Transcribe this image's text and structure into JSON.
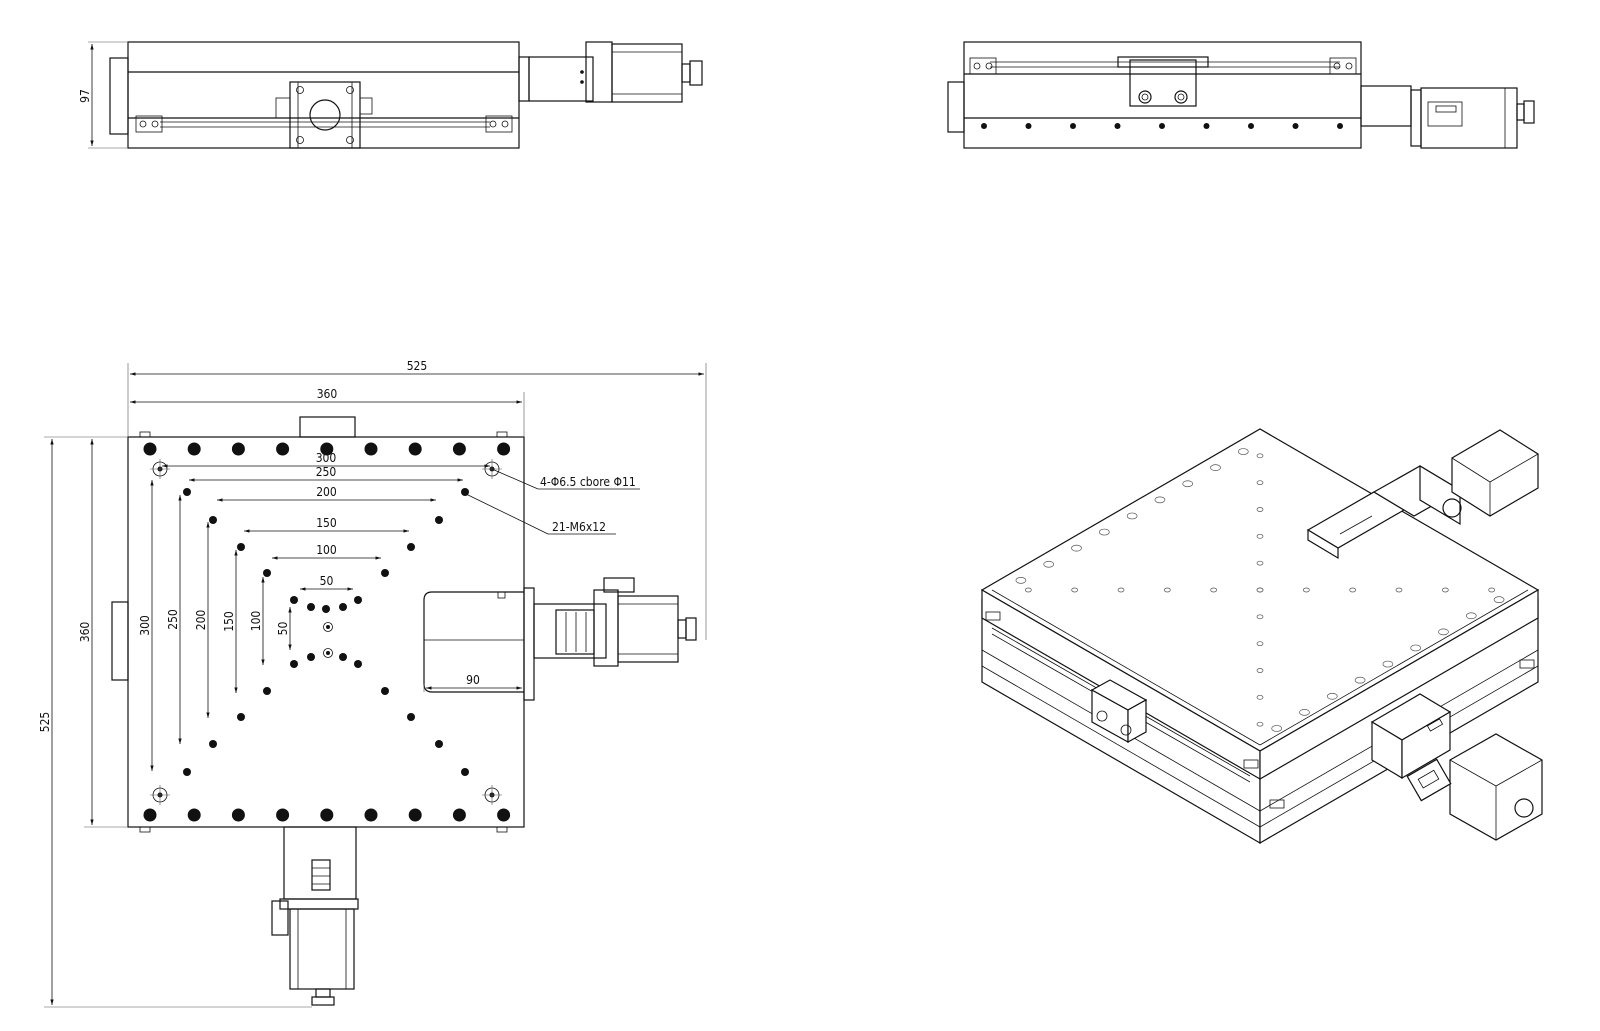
{
  "front_view": {
    "height_label": "97"
  },
  "plan_view": {
    "overall_width": "525",
    "table_width": "360",
    "table_height": "360",
    "overall_height": "525",
    "spacing_h": [
      "300",
      "250",
      "200",
      "150",
      "100",
      "50"
    ],
    "spacing_v": [
      "300",
      "250",
      "200",
      "150",
      "100",
      "50"
    ],
    "bracket_width": "90",
    "callout_cbore": "4-Φ6.5 cbore Φ11",
    "callout_tapped": "21-M6x12"
  }
}
